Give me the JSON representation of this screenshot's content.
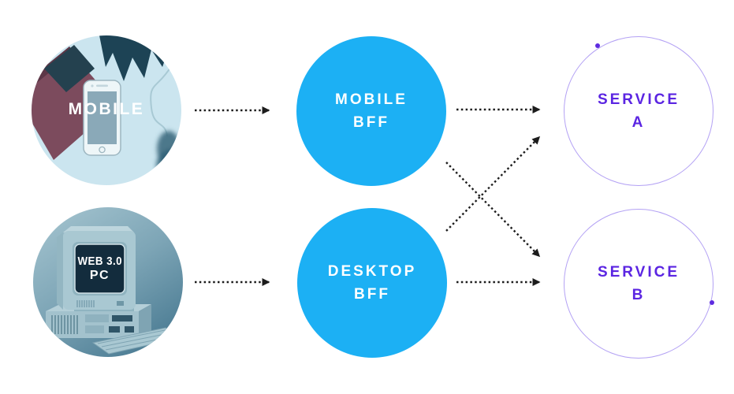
{
  "diagram": {
    "nodes": {
      "mobile_client": {
        "label": "MOBILE",
        "kind": "photo-circle"
      },
      "desktop_client": {
        "screen_line1": "WEB 3.0",
        "screen_line2": "PC",
        "kind": "photo-circle"
      },
      "mobile_bff": {
        "line1": "MOBILE",
        "line2": "BFF",
        "kind": "filled-circle"
      },
      "desktop_bff": {
        "line1": "DESKTOP",
        "line2": "BFF",
        "kind": "filled-circle"
      },
      "service_a": {
        "line1": "SERVICE",
        "line2": "A",
        "kind": "outlined-circle"
      },
      "service_b": {
        "line1": "SERVICE",
        "line2": "B",
        "kind": "outlined-circle"
      }
    },
    "edges": [
      {
        "from": "mobile-client",
        "to": "mobile-bff",
        "style": "dotted-arrow"
      },
      {
        "from": "desktop-client",
        "to": "desktop-bff",
        "style": "dotted-arrow"
      },
      {
        "from": "mobile-bff",
        "to": "service-a",
        "style": "dotted-arrow"
      },
      {
        "from": "mobile-bff",
        "to": "service-b",
        "style": "dotted-arrow"
      },
      {
        "from": "desktop-bff",
        "to": "service-a",
        "style": "dotted-arrow"
      },
      {
        "from": "desktop-bff",
        "to": "service-b",
        "style": "dotted-arrow"
      }
    ],
    "colors": {
      "canvas_bg": "#FFFFFF",
      "bff_fill": "#1CB0F4",
      "bff_text": "#FFFFFF",
      "service_outline": "#B3A1F4",
      "service_text": "#5B25E2",
      "service_dot": "#5E2BE0",
      "arrow": "#1C1C1C",
      "mobile_photo_bg": "#CBE5EF",
      "pc_photo_tint": "#5B8AA0"
    }
  }
}
